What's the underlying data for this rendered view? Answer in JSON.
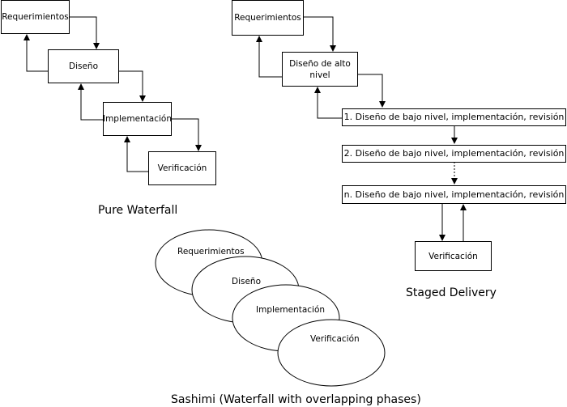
{
  "pure_waterfall": {
    "caption": "Pure Waterfall",
    "steps": [
      "Requerimientos",
      "Diseño",
      "Implementación",
      "Verificación"
    ]
  },
  "staged_delivery": {
    "caption": "Staged Delivery",
    "requirements": "Requerimientos",
    "high_level_design": "Diseño de alto nivel",
    "stages": [
      "1. Diseño de bajo nivel, implementación, revisión",
      "2. Diseño de bajo nivel, implementación, revisión",
      "n. Diseño de bajo nivel, implementación, revisión"
    ],
    "verification": "Verificación"
  },
  "sashimi": {
    "caption": "Sashimi (Waterfall with overlapping phases)",
    "phases": [
      "Requerimientos",
      "Diseño",
      "Implementación",
      "Verificación"
    ]
  }
}
